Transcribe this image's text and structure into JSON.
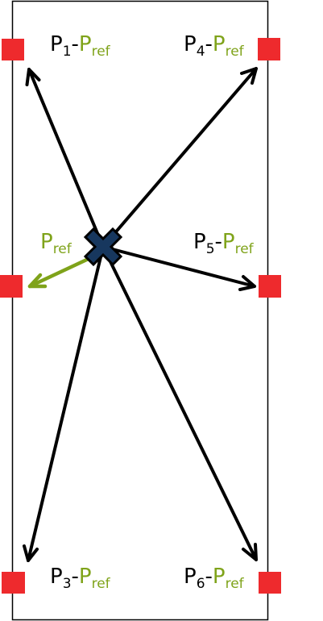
{
  "diagram": {
    "labels": {
      "p1": {
        "base": "P",
        "sub": "1",
        "sep": "-",
        "ref_base": "P",
        "ref_sub": "ref"
      },
      "p3": {
        "base": "P",
        "sub": "3",
        "sep": "-",
        "ref_base": "P",
        "ref_sub": "ref"
      },
      "p4": {
        "base": "P",
        "sub": "4",
        "sep": "-",
        "ref_base": "P",
        "ref_sub": "ref"
      },
      "p5": {
        "base": "P",
        "sub": "5",
        "sep": "-",
        "ref_base": "P",
        "ref_sub": "ref"
      },
      "p6": {
        "base": "P",
        "sub": "6",
        "sep": "-",
        "ref_base": "P",
        "ref_sub": "ref"
      },
      "pref": {
        "base": "P",
        "sub": "ref"
      }
    },
    "colors": {
      "frame": "#000000",
      "arrow": "#000000",
      "ref_arrow": "#7fa31a",
      "marker": "#ee2a2d",
      "cross_fill": "#17375e",
      "cross_outline": "#000000",
      "ref_text": "#7fa31a"
    },
    "icons": {
      "reference_point": "cross-icon",
      "sensor": "red-square-marker"
    }
  }
}
